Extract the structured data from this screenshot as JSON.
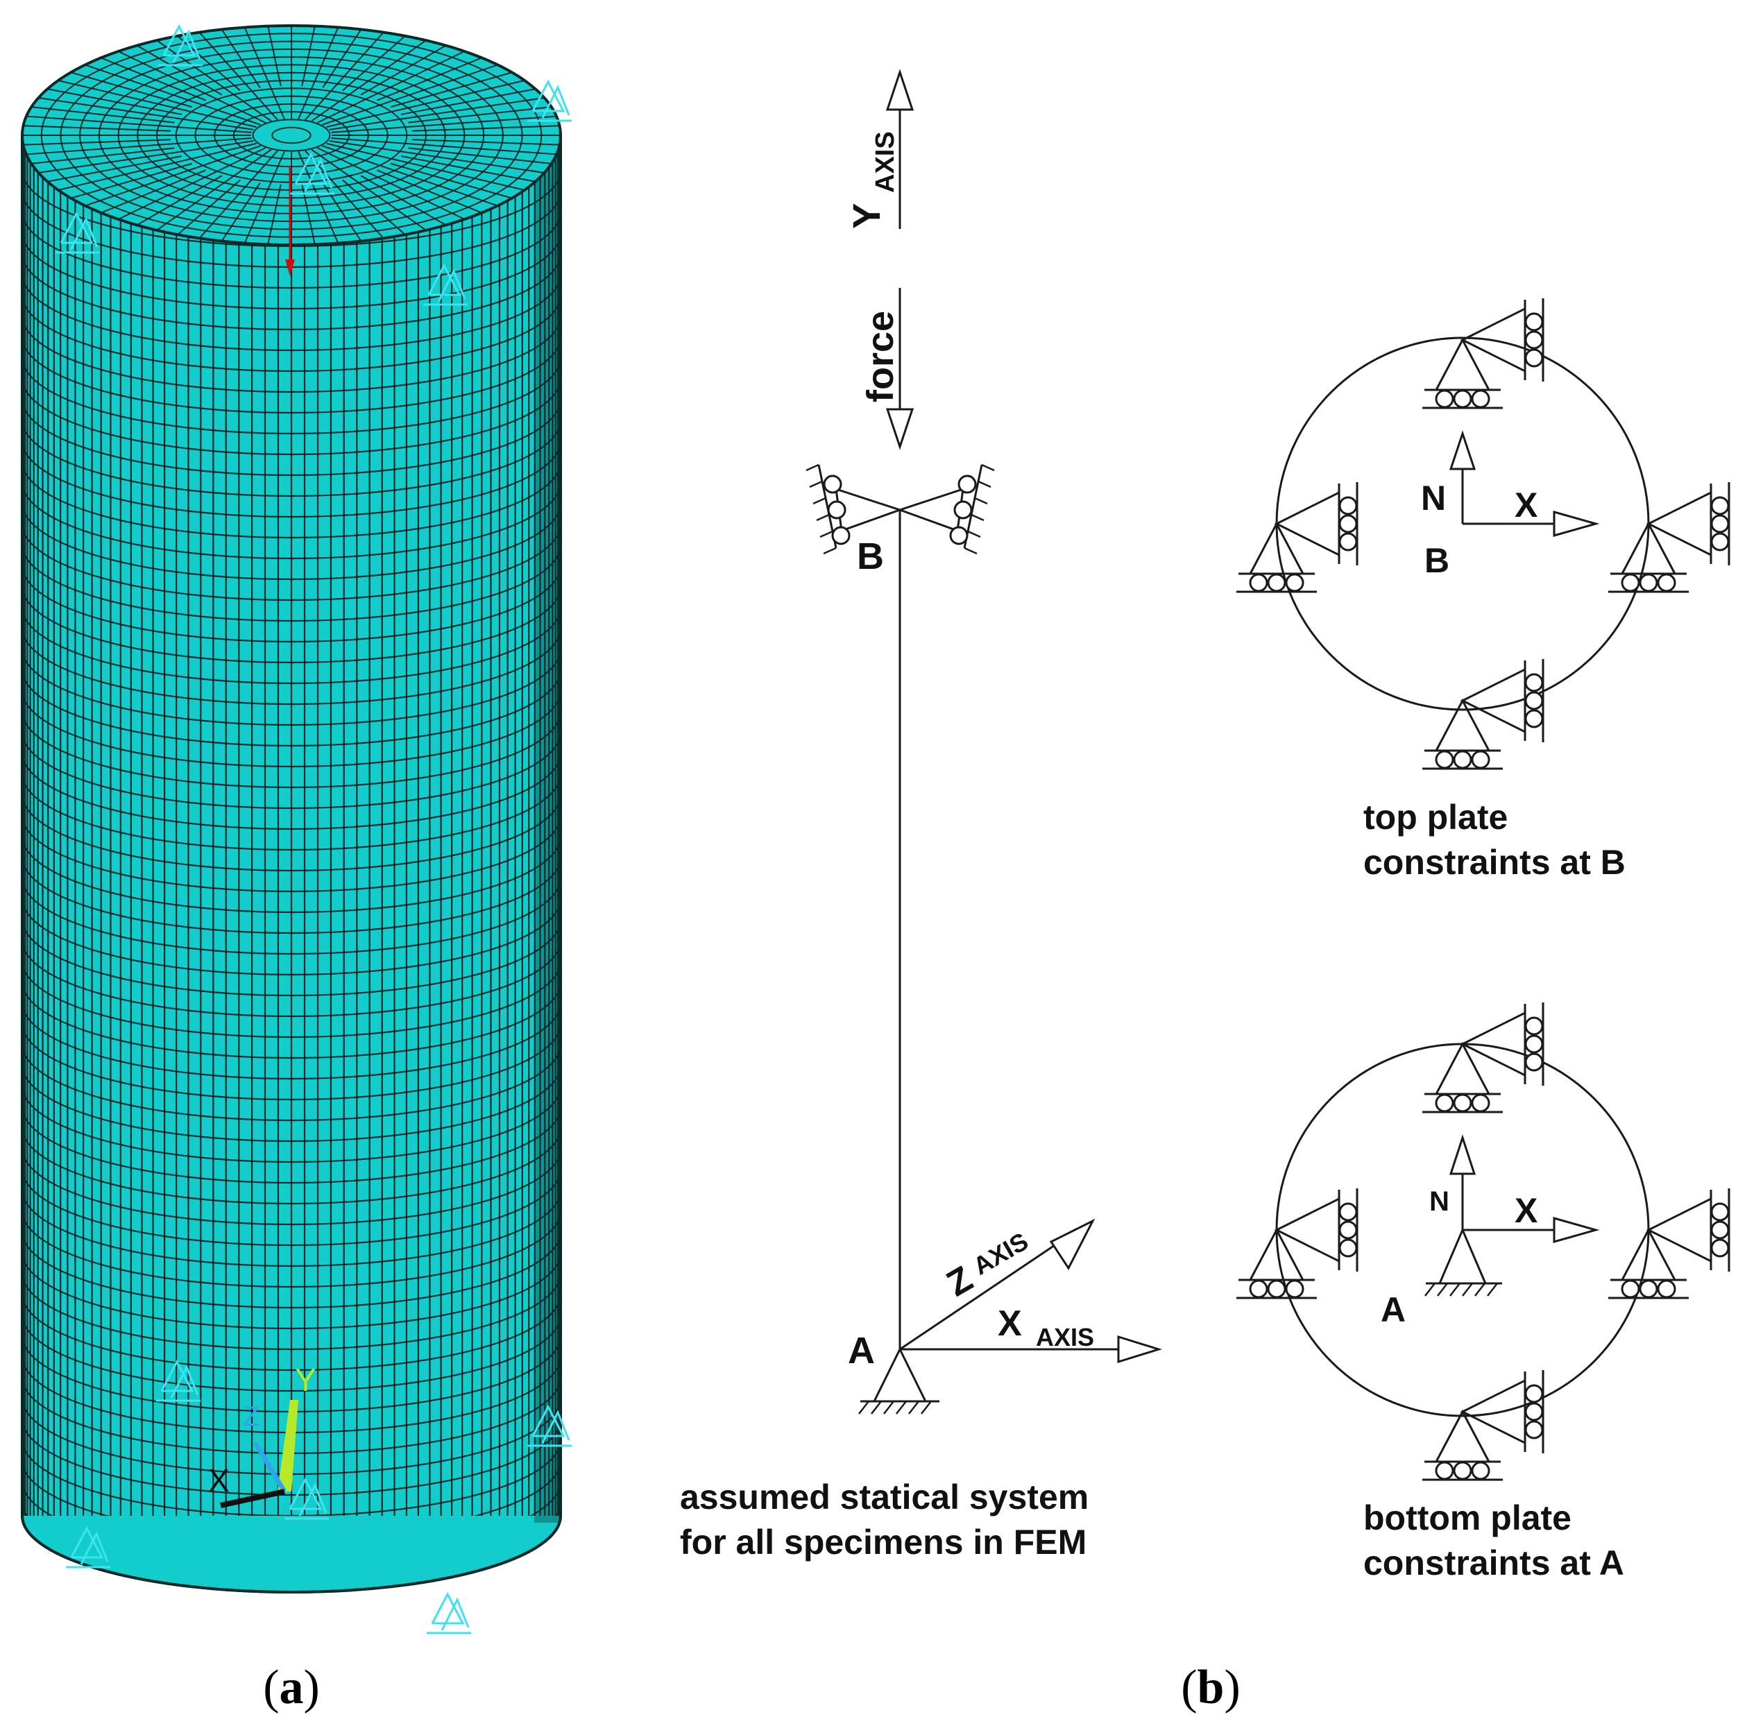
{
  "colors": {
    "mesh_fill": "#13cccc",
    "mesh_side_dark": "#0fb0b0",
    "mesh_line": "#0a2a2a",
    "constraint": "#3fe3f0",
    "force_arrow": "#cc1010",
    "triad_y": "#b8e82a",
    "triad_z": "#2fa6e8",
    "triad_x": "#101010",
    "ink": "#1a1a1a"
  },
  "panel_a": {
    "triad": {
      "x": "X",
      "y": "Y",
      "z": "Z"
    },
    "caption_open": "(",
    "caption_letter": "a",
    "caption_close": ")"
  },
  "panel_b": {
    "caption_open": "(",
    "caption_letter": "b",
    "caption_close": ")",
    "statical": {
      "y_axis": {
        "main": "Y",
        "sub": "AXIS"
      },
      "force": "force",
      "point_top": "B",
      "point_bottom": "A",
      "z_axis": {
        "main": "Z",
        "sub": "AXIS"
      },
      "x_axis": {
        "main": "X",
        "sub": "AXIS"
      },
      "caption_line1": "assumed statical system",
      "caption_line2": "for all specimens in FEM"
    },
    "top_plate": {
      "axis_n": "N",
      "axis_x": "X",
      "point": "B",
      "caption_line1": "top plate",
      "caption_line2": "constraints at B"
    },
    "bottom_plate": {
      "axis_n": "N",
      "axis_x": "X",
      "point": "A",
      "caption_line1": "bottom plate",
      "caption_line2": "constraints at A"
    }
  }
}
